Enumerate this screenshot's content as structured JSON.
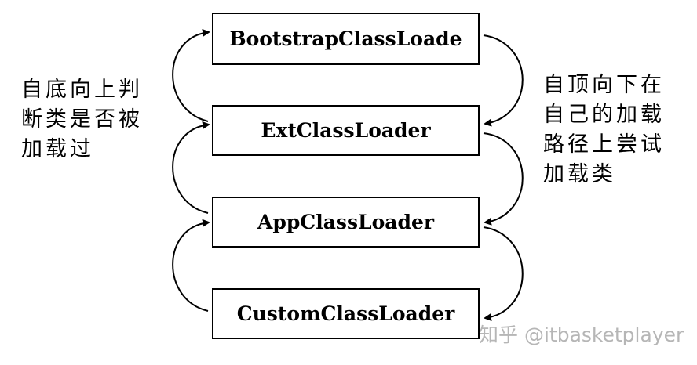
{
  "loaders": [
    {
      "name": "BootstrapClassLoade"
    },
    {
      "name": "ExtClassLoader"
    },
    {
      "name": "AppClassLoader"
    },
    {
      "name": "CustomClassLoader"
    }
  ],
  "notes": {
    "left": [
      "自底向上判",
      "断类是否被",
      "加载过"
    ],
    "right": [
      "自顶向下在",
      "自己的加载",
      "路径上尝试",
      "加载类"
    ]
  },
  "watermark": "知乎 @itbasketplayer"
}
